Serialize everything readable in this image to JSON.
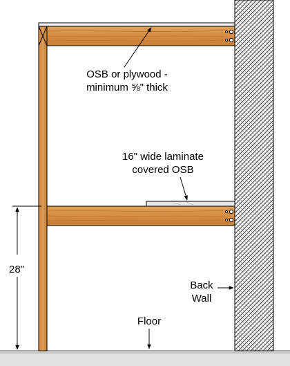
{
  "labels": {
    "top_panel_line1": "OSB or plywood -",
    "top_panel_line2": "minimum ⅝\" thick",
    "shelf_line1": "16\" wide laminate",
    "shelf_line2": "covered OSB",
    "height": "28\"",
    "wall_line1": "Back",
    "wall_line2": "Wall",
    "floor": "Floor"
  },
  "colors": {
    "wood": "#d9934a",
    "wood_grain": "#b8742f",
    "wall_hatch": "#555555",
    "laminate": "#e6e6e6",
    "floor": "#d8d8d8",
    "outline": "#000000"
  }
}
